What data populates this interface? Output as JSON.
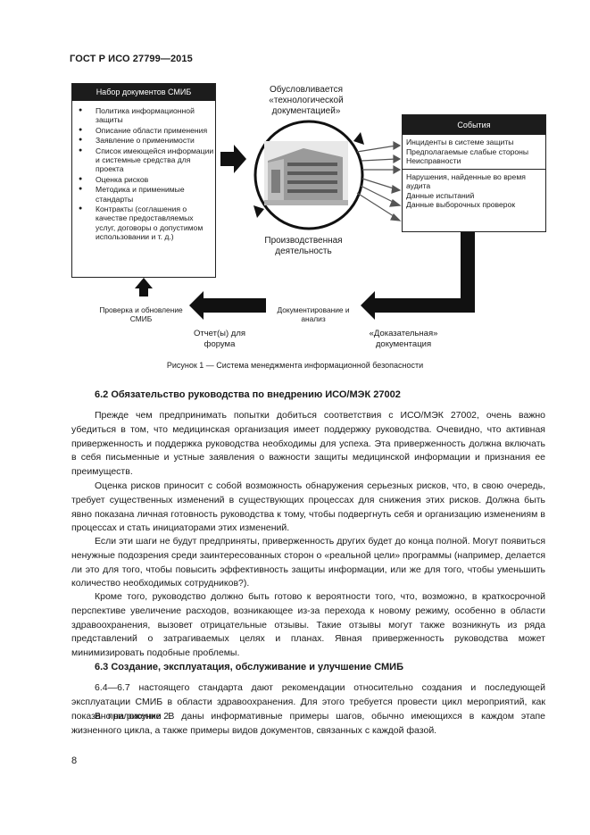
{
  "header": "ГОСТ Р ИСО 27799—2015",
  "figure": {
    "doc_box": {
      "title": "Набор документов СМИБ",
      "items": [
        "Политика информационной защиты",
        "Описание области применения",
        "Заявление о применимости",
        "Список имеющейся информации и системные средства для проекта",
        "Оценка рисков",
        "Методика и применимые стандарты",
        "Контракты (соглашения о качестве предоставляемых услуг, договоры о допустимом использовании и т. д.)"
      ]
    },
    "cycle_top": "Обусловливается «технологической документацией»",
    "cycle_bottom": "Производственная деятельность",
    "events_box": {
      "title": "События",
      "group1": [
        "Инциденты в системе защиты",
        "Предполагаемые слабые стороны",
        "Неисправности"
      ],
      "group2": [
        "Нарушения, найденные во время аудита",
        "Данные испытаний",
        "Данные выборочных проверок"
      ]
    },
    "evidence": "«Доказательная» документация",
    "doc_analysis": "Документирование и анализ",
    "report": "Отчет(ы) для форума",
    "check_update": "Проверка и обновление СМИБ",
    "caption": "Рисунок 1 — Система менеджмента информационной безопасности"
  },
  "section_62": {
    "title": "6.2  Обязательство руководства по внедрению ИСО/МЭК 27002",
    "paragraphs": [
      "Прежде чем предпринимать попытки добиться соответствия с ИСО/МЭК 27002, очень важно убедиться в том, что медицинская организация имеет поддержку руководства. Очевидно, что активная приверженность и поддержка руководства необходимы для успеха. Эта приверженность должна включать в себя письменные и устные заявления о важности защиты медицинской информации и признания ее преимуществ.",
      "Оценка рисков приносит с собой возможность обнаружения серьезных рисков, что, в свою очередь, требует существенных изменений в существующих процессах для снижения этих рисков. Должна быть явно показана личная готовность руководства к тому, чтобы подвергнуть себя и организацию изменениям в процессах и стать инициаторами этих изменений.",
      "Если эти шаги не будут предприняты, приверженность других будет до конца полной. Могут появиться ненужные подозрения среди заинтересованных сторон о «реальной цели» программы (например, делается ли это для того, чтобы повысить эффективность защиты информации, или же для того, чтобы уменьшить количество необходимых сотрудников?).",
      "Кроме того, руководство должно быть готово к вероятности того, что, возможно, в краткосрочной перспективе увеличение расходов, возникающее из-за перехода к новому режиму, особенно в области здравоохранения, вызовет отрицательные отзывы. Такие отзывы могут также возникнуть из ряда представлений о затрагиваемых целях и планах. Явная приверженность руководства может минимизировать подобные проблемы."
    ]
  },
  "section_63": {
    "title": "6.3  Создание, эксплуатация, обслуживание и улучшение СМИБ",
    "paragraphs": [
      "6.4—6.7 настоящего стандарта дают рекомендации относительно создания и последующей эксплуатации СМИБ в области здравоохранения. Для этого требуется провести цикл мероприятий, как показано на рисунке 2.",
      "В приложении В даны информативные примеры шагов, обычно имеющихся в каждом этапе жизненного цикла, а также примеры видов документов, связанных с каждой фазой."
    ]
  },
  "page_number": "8"
}
